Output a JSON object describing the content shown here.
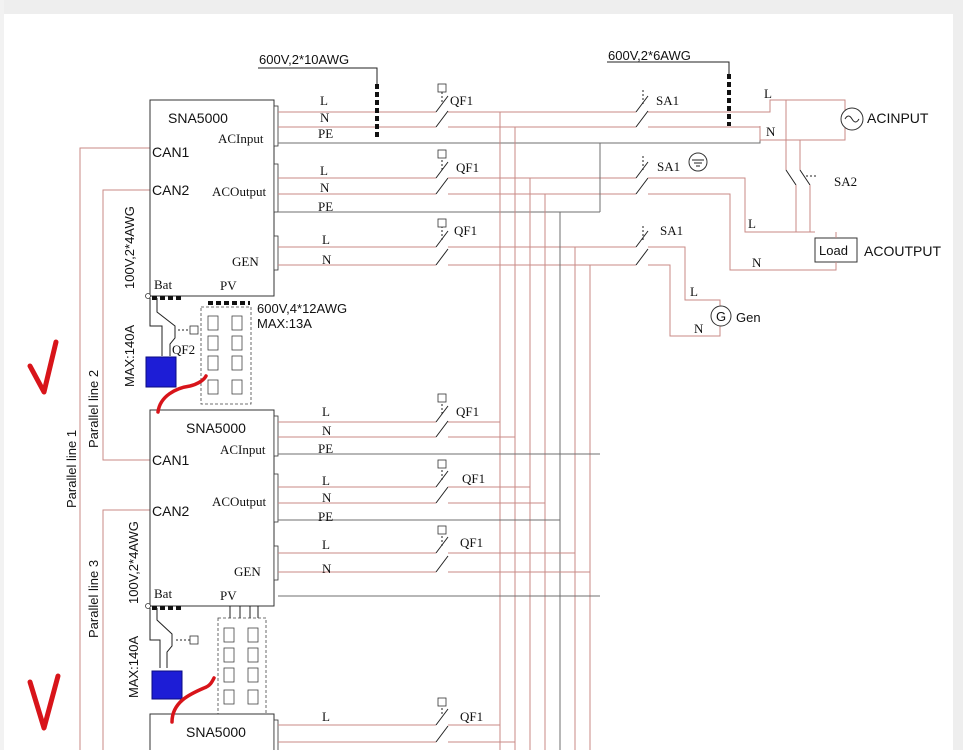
{
  "cable_ac_input": "600V,2*10AWG",
  "cable_grid": "600V,2*6AWG",
  "inverter_model": "SNA5000",
  "port_can1": "CAN1",
  "port_can2": "CAN2",
  "port_ac_input": "ACInput",
  "port_ac_output": "ACOutput",
  "port_gen": "GEN",
  "port_bat": "Bat",
  "port_pv": "PV",
  "line_l": "L",
  "line_n": "N",
  "line_pe": "PE",
  "breaker_qf1": "QF1",
  "breaker_qf2": "QF2",
  "switch_sa1": "SA1",
  "switch_sa2": "SA2",
  "ac_input_label": "ACINPUT",
  "load_label": "Load",
  "ac_output_label": "ACOUTPUT",
  "gen_symbol": "G",
  "gen_label": "Gen",
  "pv_cable": "600V,4*12AWG",
  "pv_max": "MAX:13A",
  "bat_cable": "100V,2*4AWG",
  "bat_max": "MAX:140A",
  "parallel_line_1": "Parallel line 1",
  "parallel_line_2": "Parallel line 2",
  "parallel_line_3": "Parallel line 3",
  "colors": {
    "wire": "#c98a86",
    "battery": "#1d1dd6",
    "annotation": "#d8141a"
  }
}
